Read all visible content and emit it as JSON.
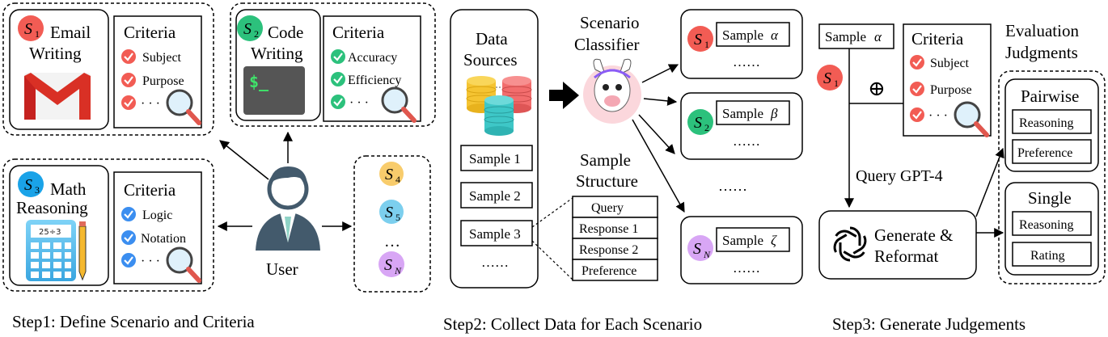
{
  "step1": {
    "caption": "Step1: Define Scenario and Criteria",
    "user_label": "User",
    "s1": {
      "badge": "S",
      "sub": "1",
      "title_line1": "Email",
      "title_line2": "Writing",
      "criteria_title": "Criteria",
      "items": [
        "Subject",
        "Purpose",
        "· · ·"
      ]
    },
    "s2": {
      "badge": "S",
      "sub": "2",
      "title_line1": "Code",
      "title_line2": "Writing",
      "criteria_title": "Criteria",
      "items": [
        "Accuracy",
        "Efficiency",
        "· · ·"
      ],
      "terminal_text": "$_"
    },
    "s3": {
      "badge": "S",
      "sub": "3",
      "title_line1": "Math",
      "title_line2": "Reasoning",
      "criteria_title": "Criteria",
      "items": [
        "Logic",
        "Notation",
        "· · ·"
      ],
      "calc_text": "25÷3"
    },
    "others": {
      "s4_sub": "4",
      "s5_sub": "5",
      "ellipsis": "…",
      "sn_sub": "N",
      "badge": "S"
    }
  },
  "step2": {
    "caption": "Step2: Collect Data for Each Scenario",
    "data_sources_line1": "Data",
    "data_sources_line2": "Sources",
    "samples": [
      "Sample 1",
      "Sample 2",
      "Sample 3"
    ],
    "samples_ellipsis": "……",
    "classifier_line1": "Scenario",
    "classifier_line2": "Classifier",
    "structure_line1": "Sample",
    "structure_line2": "Structure",
    "structure_fields": [
      "Query",
      "Response 1",
      "Response 2",
      "Preference"
    ],
    "scenario_outputs": [
      {
        "sub": "1",
        "sample_label": "Sample",
        "greek": "α",
        "ellipsis": "……"
      },
      {
        "sub": "2",
        "sample_label": "Sample",
        "greek": "β",
        "ellipsis": "……"
      },
      {
        "sub": "N",
        "sample_label": "Sample",
        "greek": "ζ",
        "ellipsis": "……"
      }
    ],
    "middle_ellipsis": "……",
    "badge": "S"
  },
  "step3": {
    "caption": "Step3: Generate Judgements",
    "sample_label": "Sample",
    "sample_greek": "α",
    "badge": "S",
    "badge_sub": "1",
    "criteria_title": "Criteria",
    "criteria_items": [
      "Subject",
      "Purpose",
      "· · ·"
    ],
    "oplus": "⊕",
    "query_label": "Query GPT-4",
    "generate_line1": "Generate &",
    "generate_line2": "Reformat",
    "eval_line1": "Evaluation",
    "eval_line2": "Judgments",
    "pairwise": {
      "title": "Pairwise",
      "fields": [
        "Reasoning",
        "Preference"
      ]
    },
    "single": {
      "title": "Single",
      "fields": [
        "Reasoning",
        "Rating"
      ]
    }
  },
  "colors": {
    "s1": "#f25c54",
    "s2": "#2cc17c",
    "s3": "#1aa3e8",
    "s4": "#f8cc6c",
    "s5": "#7ccfee",
    "sn": "#d8a6f5",
    "check_red": "#f25c54",
    "check_green": "#2cc17c",
    "check_blue": "#3b8ef0"
  }
}
